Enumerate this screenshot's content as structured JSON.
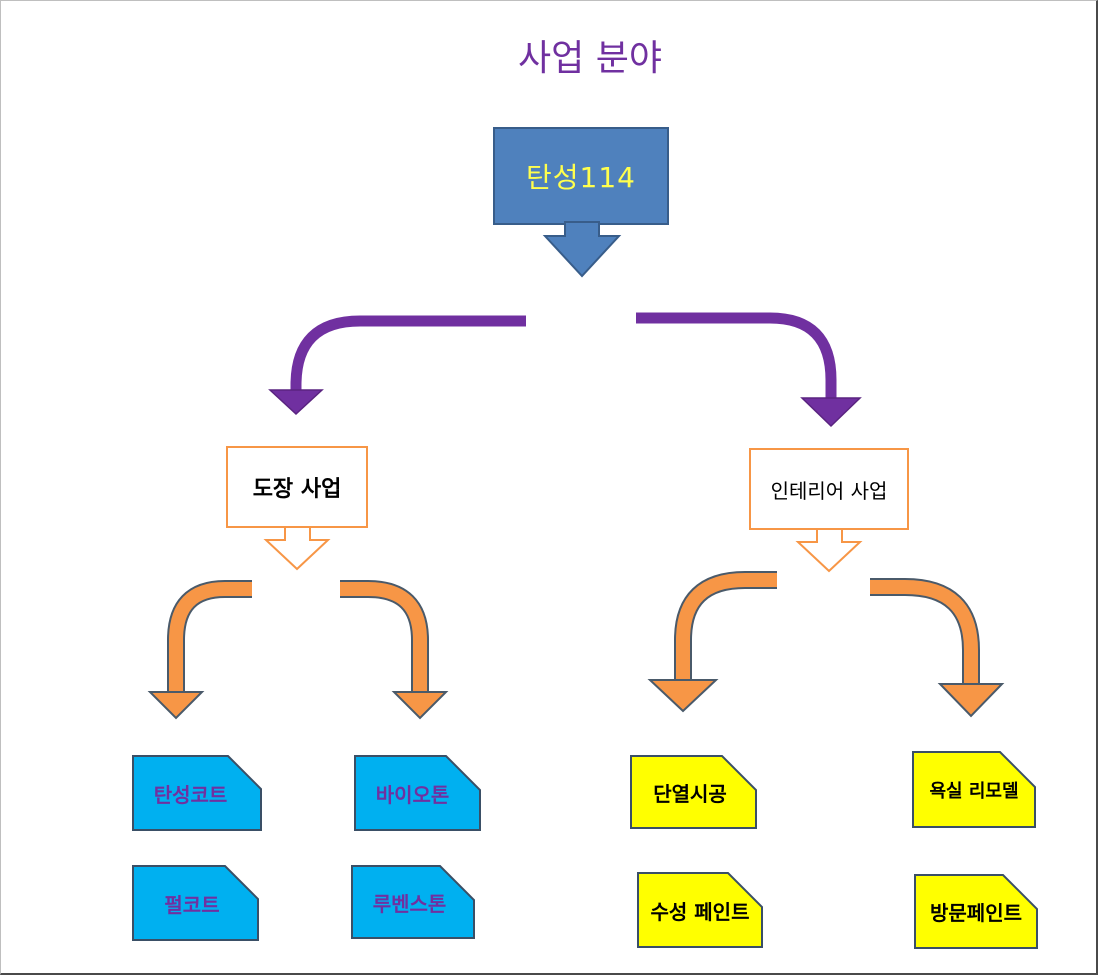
{
  "title": "사업 분야",
  "root": {
    "label": "탄성114"
  },
  "branches": [
    {
      "label": "도장 사업",
      "children": [
        "탄성코트",
        "바이오톤",
        "펄코트",
        "루벤스톤"
      ]
    },
    {
      "label": "인테리어 사업",
      "children": [
        "단열시공",
        "욕실 리모델",
        "수성 페인트",
        "방문페인트"
      ]
    }
  ],
  "colors": {
    "title": "#7030a0",
    "root_fill": "#4f81bd",
    "root_text": "#ffff4d",
    "purple_arrow": "#7030a0",
    "orange_arrow": "#f79646",
    "branch_border": "#f79646",
    "blue_note": "#00b0f0",
    "yellow_note": "#ffff00"
  }
}
